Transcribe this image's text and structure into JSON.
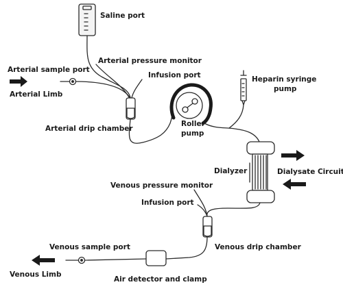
{
  "labels": {
    "saline_port": "Saline port",
    "arterial_pressure_monitor": "Arterial pressure monitor",
    "arterial_sample_port": "Arterial sample port",
    "infusion_port_arterial": "Infusion port",
    "arterial_limb": "Arterial Limb",
    "heparin_syringe_pump_line1": "Heparin syringe",
    "heparin_syringe_pump_line2": "pump",
    "arterial_drip_chamber": "Arterial drip chamber",
    "roller_pump_line1": "Roller",
    "roller_pump_line2": "pump",
    "dialyzer": "Dialyzer",
    "dialysate_circuit": "Dialysate Circuit",
    "venous_pressure_monitor": "Venous pressure monitor",
    "infusion_port_venous": "Infusion port",
    "venous_drip_chamber": "Venous drip chamber",
    "venous_sample_port": "Venous sample port",
    "venous_limb": "Venous Limb",
    "air_detector_and_clamp": "Air detector and clamp"
  },
  "colors": {
    "line": "#2a2a2a",
    "fill_light": "#f4f4f4",
    "text": "#1a1a1a"
  }
}
